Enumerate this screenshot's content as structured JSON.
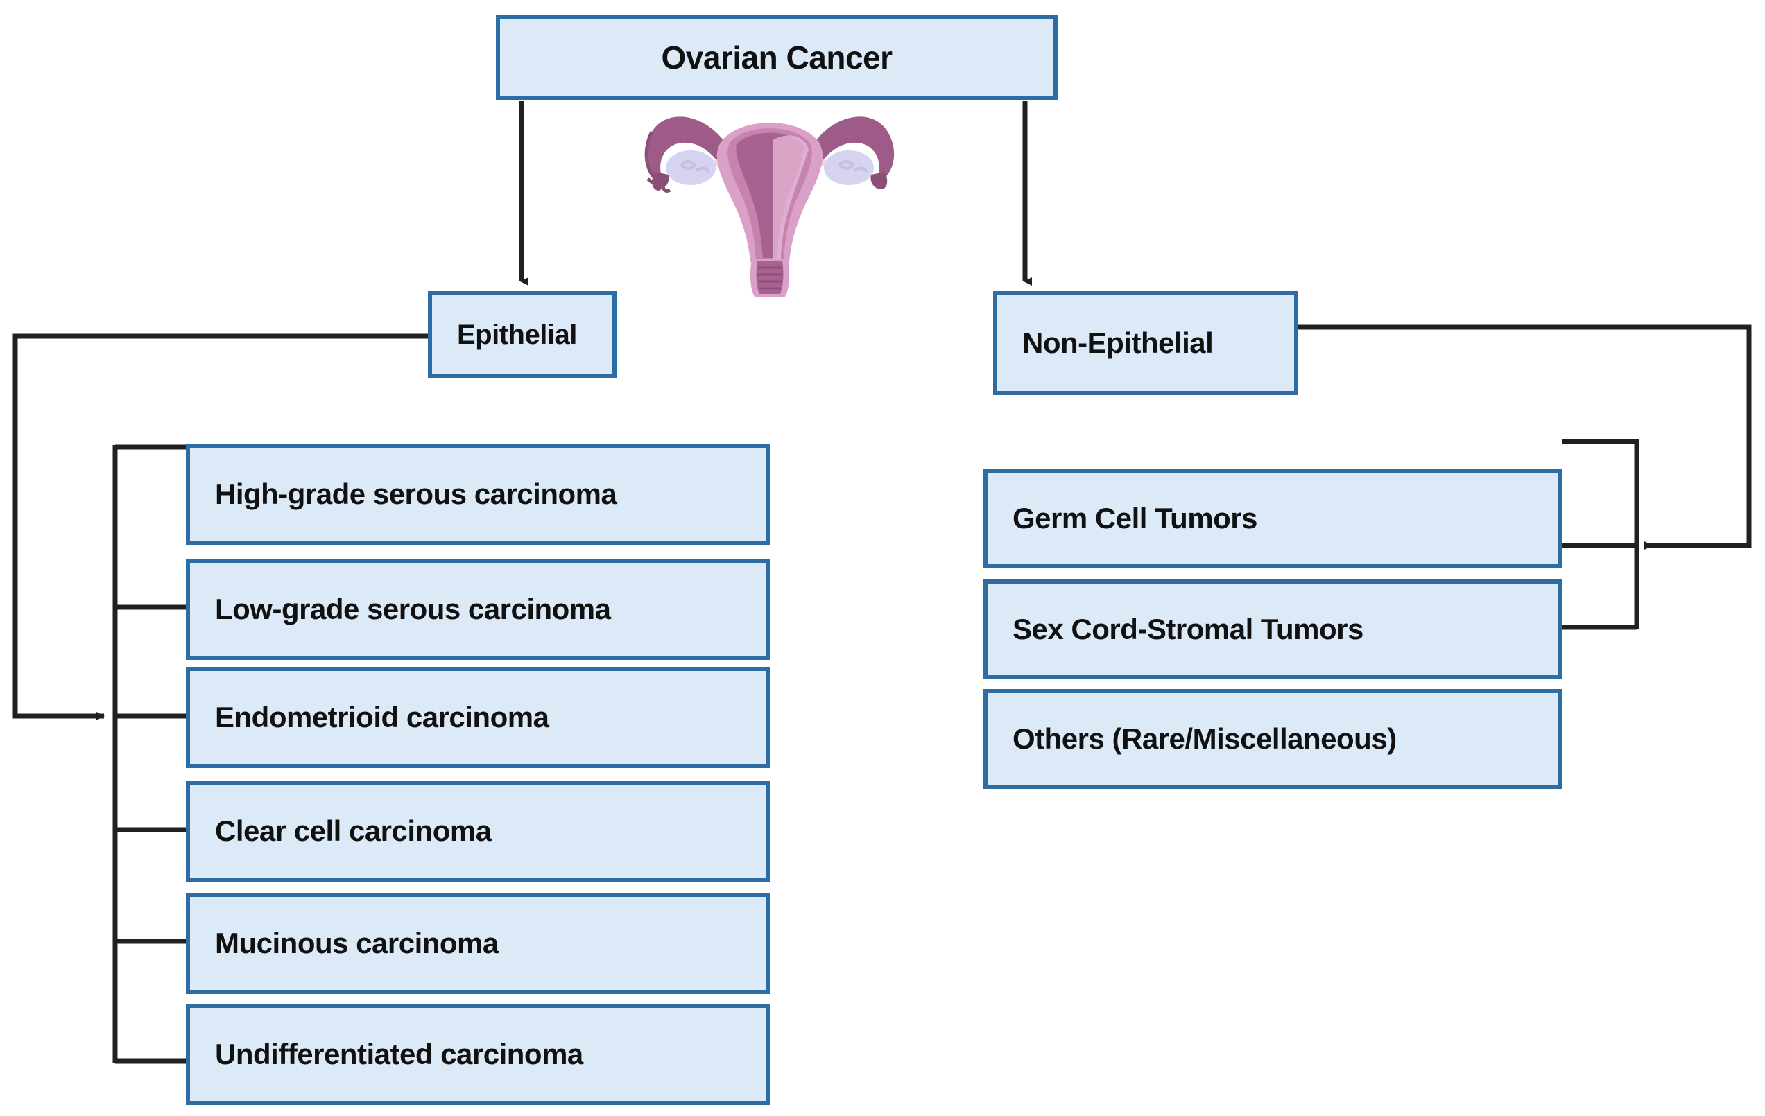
{
  "diagram": {
    "title_node": {
      "label": "Ovarian Cancer"
    },
    "branches": [
      {
        "label": "Epithelial"
      },
      {
        "label": "Non-Epithelial"
      }
    ],
    "epithelial_subtypes": [
      {
        "label": "High-grade serous carcinoma"
      },
      {
        "label": "Low-grade serous carcinoma"
      },
      {
        "label": "Endometrioid carcinoma"
      },
      {
        "label": "Clear cell carcinoma"
      },
      {
        "label": "Mucinous carcinoma"
      },
      {
        "label": "Undifferentiated carcinoma"
      }
    ],
    "non_epithelial_subtypes": [
      {
        "label": "Germ Cell Tumors"
      },
      {
        "label": "Sex Cord-Stromal Tumors"
      },
      {
        "label": "Others (Rare/Miscellaneous)"
      }
    ],
    "illustration": {
      "name": "uterus-ovaries-illustration"
    },
    "colors": {
      "node_fill": "#dce9f7",
      "node_border": "#2e6da4",
      "connector": "#231f20",
      "text": "#111111",
      "background": "#ffffff",
      "organ_body": "#d9a0c8",
      "organ_dark": "#9e5b87",
      "organ_light": "#e8bcd9",
      "ovary": "#d6d3f0"
    }
  }
}
